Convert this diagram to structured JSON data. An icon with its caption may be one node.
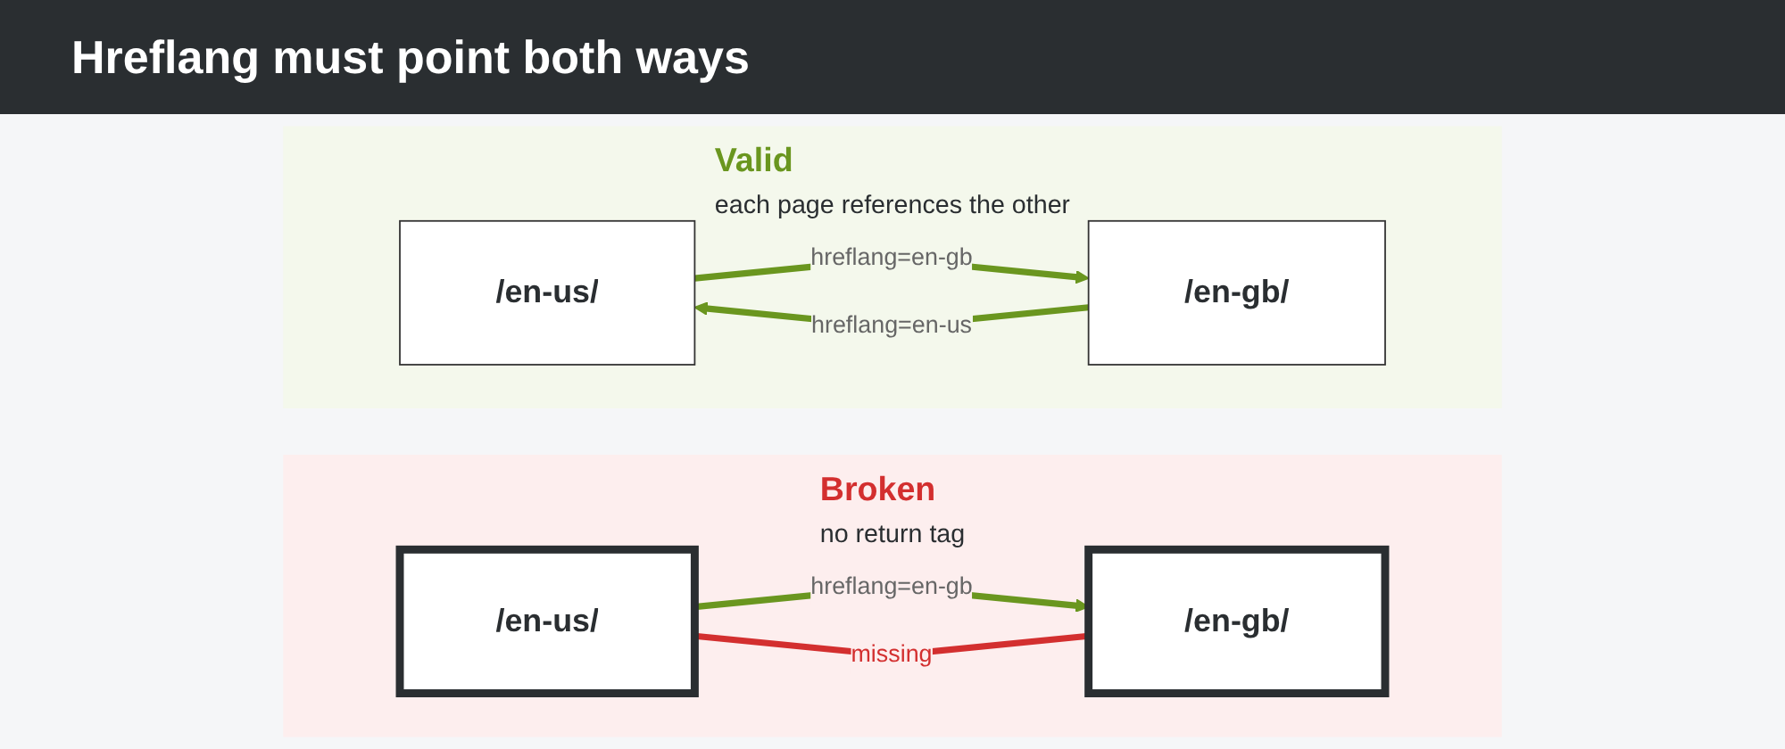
{
  "diagram": {
    "title": "Hreflang must point both ways",
    "nodes": [
      {
        "text": [
          "Valid",
          "each page references the other"
        ]
      },
      {
        "text": [
          "/en-us/"
        ],
        "in": 0
      },
      {
        "text": [
          "/en-gb/"
        ],
        "in": 0
      },
      {
        "text": [
          "Broken",
          "no return tag"
        ]
      },
      {
        "text": [
          "/en-us/"
        ],
        "in": 3
      },
      {
        "text": [
          "/en-gb/"
        ],
        "in": 3
      }
    ],
    "edges": [
      {
        "from": 1,
        "to": 2,
        "arrow": "to",
        "label": "hreflang=en-gb"
      },
      {
        "from": 2,
        "to": 1,
        "arrow": "to",
        "label": "hreflang=en-us"
      },
      {
        "from": 4,
        "to": 5,
        "arrow": "to",
        "label": "hreflang=en-gb"
      },
      {
        "from": 5,
        "to": 4,
        "arrow": "none",
        "label": "missing",
        "color": "#d32f2f"
      }
    ]
  }
}
